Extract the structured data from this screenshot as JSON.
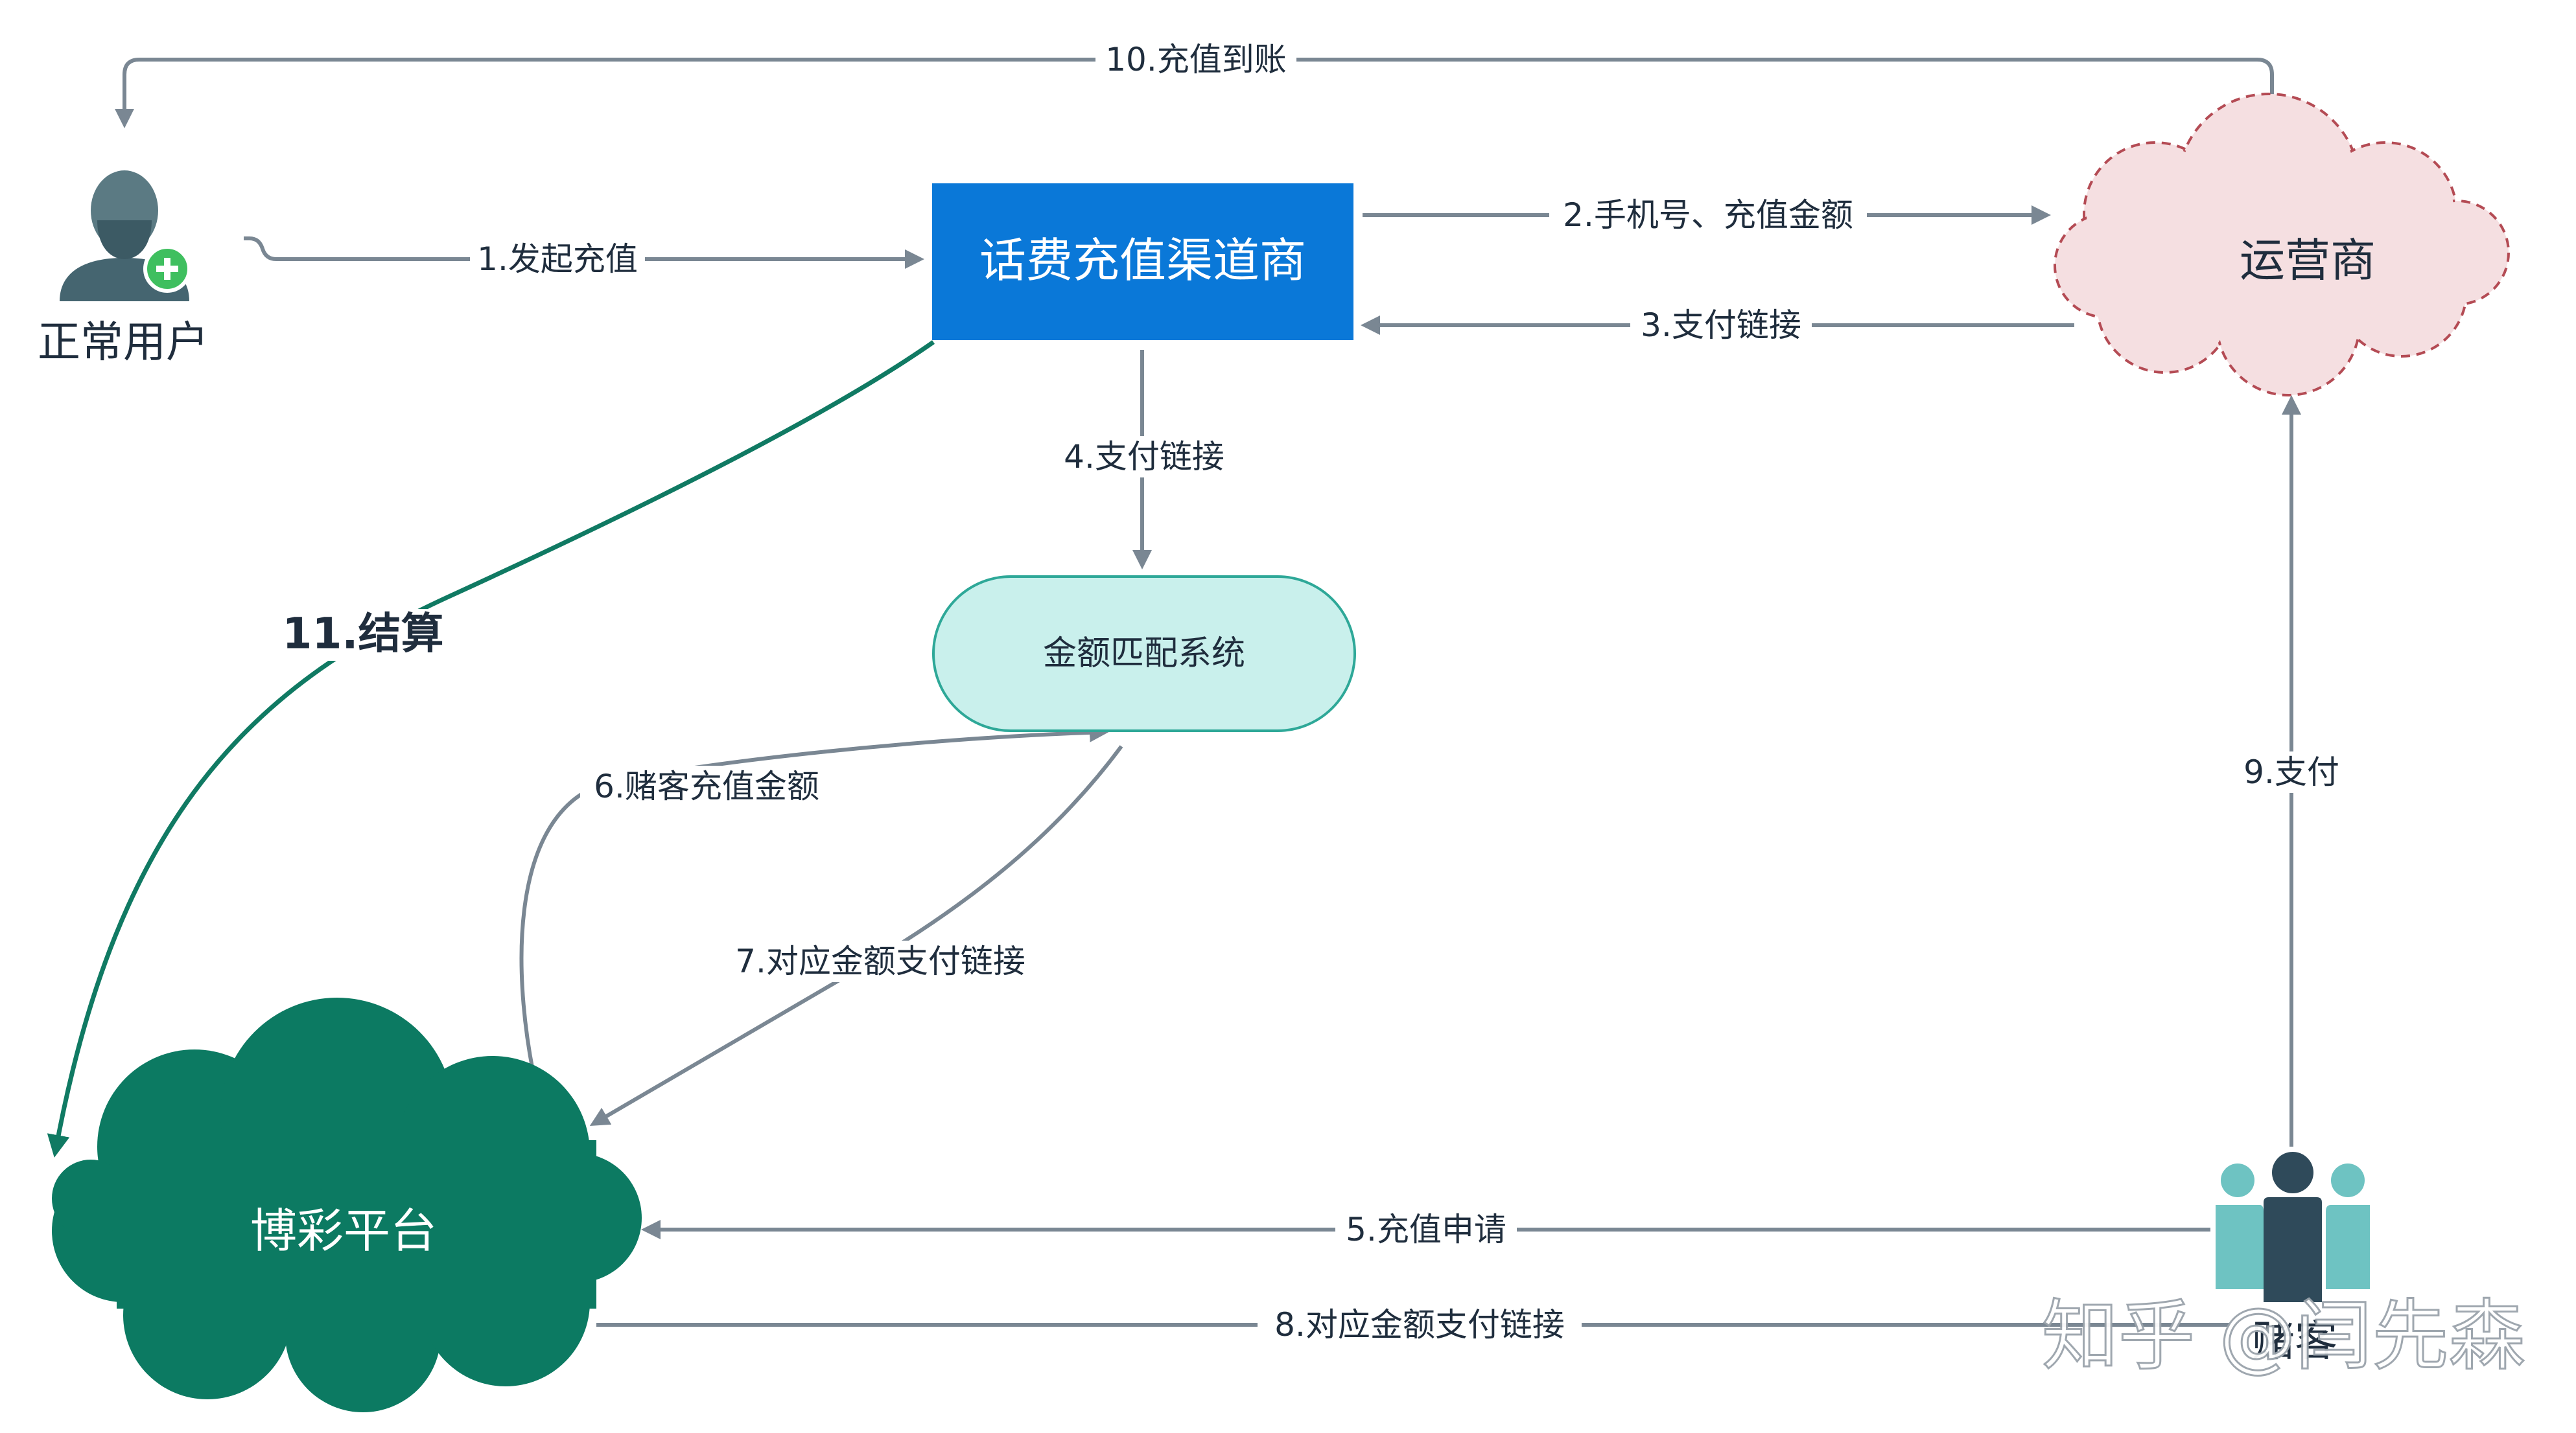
{
  "nodes": {
    "normal_user": "正常用户",
    "channel": "话费充值渠道商",
    "operator": "运营商",
    "matching": "金额匹配系统",
    "gambling": "博彩平台",
    "gambler": "赌客"
  },
  "edges": {
    "e1": "1.发起充值",
    "e2": "2.手机号、充值金额",
    "e3": "3.支付链接",
    "e4": "4.支付链接",
    "e5": "5.充值申请",
    "e6": "6.赌客充值金额",
    "e7": "7.对应金额支付链接",
    "e8": "8.对应金额支付链接",
    "e9": "9.支付",
    "e10": "10.充值到账",
    "e11": "11.结算"
  },
  "watermark": "知乎 @闫先森",
  "colors": {
    "channel_fill": "#0a78d8",
    "operator_fill": "#f5dfe1",
    "operator_stroke": "#b44b54",
    "matching_fill": "#c9f0ec",
    "matching_stroke": "#2ea898",
    "gambling_fill": "#0c7a62",
    "edge": "#7a8793",
    "settlement_edge": "#107a63",
    "user_icon": "#456570",
    "plus_badge": "#3fbf5f",
    "gambler_dark": "#2f4a5a",
    "gambler_light": "#6ec3c2"
  },
  "icons": {
    "normal_user": "user-add-icon",
    "gambler": "group-icon"
  }
}
